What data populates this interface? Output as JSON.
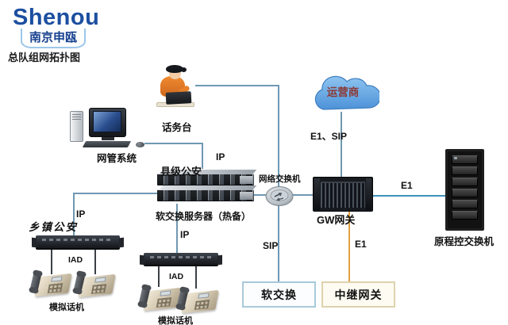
{
  "logo": {
    "brand": "Shenou",
    "subtitle": "南京申瓯"
  },
  "title": "总队组网拓扑图",
  "nodes": {
    "operator": {
      "label": "话务台"
    },
    "nms": {
      "label": "网管系统"
    },
    "county": {
      "label": "县级公安"
    },
    "server": {
      "label": "软交换服务器（热备）"
    },
    "lanSwitch": {
      "label": "网络交换机"
    },
    "gateway": {
      "label": "GW网关"
    },
    "cloud": {
      "label": "运营商"
    },
    "legacyPbx": {
      "label": "原程控交换机"
    },
    "township": {
      "label": "乡镇公安"
    },
    "iad1": {
      "label": "IAD",
      "phones": "模拟话机"
    },
    "iad2": {
      "label": "IAD",
      "phones": "模拟话机"
    },
    "softswitch": {
      "label": "软交换"
    },
    "trunkGateway": {
      "label": "中继网关"
    }
  },
  "links": {
    "ipServer": "IP",
    "ipIad1": "IP",
    "ipIad2": "IP",
    "sip": "SIP",
    "e1Sip": "E1、SIP",
    "e1Rack": "E1",
    "e1Trunk": "E1"
  },
  "colors": {
    "line-blue": "#6f98b2",
    "line-teal": "#3e93b8",
    "line-orange": "#e2a040",
    "cloud-blue": "#4d92d8",
    "cloud-blue-light": "#8ec4f0",
    "cloud-text": "#8b3a36",
    "box-blue-border": "#a9c9da",
    "box-tan-border": "#ddd2ae",
    "logo-blue": "#1c4fa0",
    "logo-swoosh": "#9cc7ea"
  }
}
